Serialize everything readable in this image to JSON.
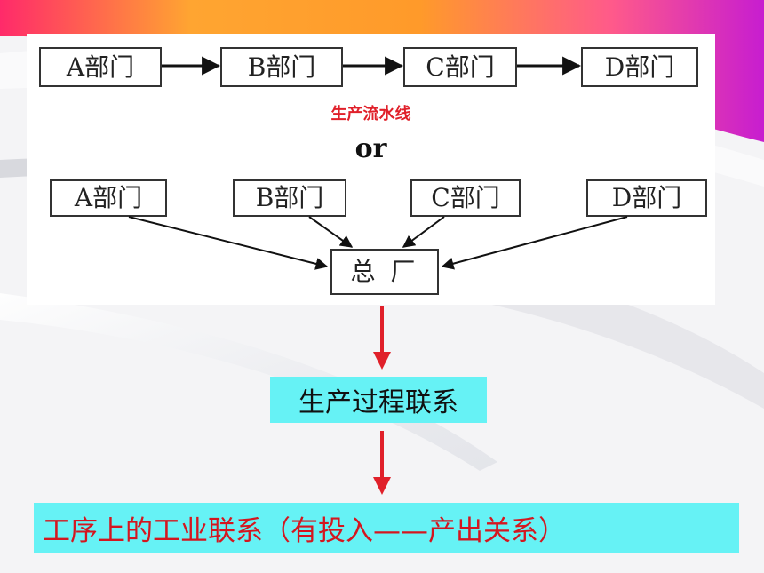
{
  "diagram": {
    "pipeline_nodes": [
      "A部门",
      "B部门",
      "C部门",
      "D部门"
    ],
    "pipeline_label": "生产流水线",
    "or_label": "or",
    "hub_nodes": [
      "A部门",
      "B部门",
      "C部门",
      "D部门"
    ],
    "hub_label": "总 厂",
    "process_link": "生产过程联系",
    "relation": "工序上的工业联系（有投入——产出关系）"
  },
  "colors": {
    "accent_red": "#e0202a",
    "box_cyan": "#66f2f5",
    "relation_text": "#d4161f"
  }
}
